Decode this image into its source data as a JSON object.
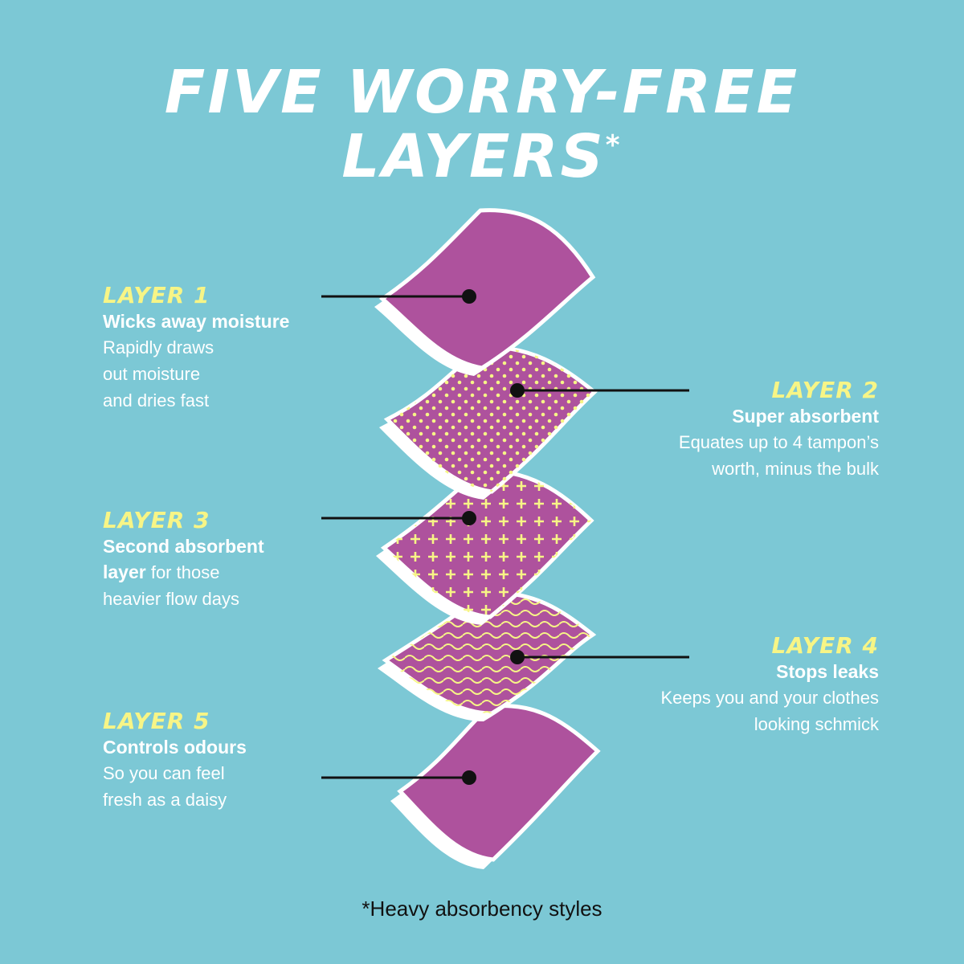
{
  "title": {
    "line1": "FIVE WORRY-FREE",
    "line2": "LAYERS",
    "asterisk": "*"
  },
  "colors": {
    "background": "#7CC8D5",
    "layer_purple": "#AE529D",
    "pattern_yellow": "#F7F586",
    "heading_yellow": "#F7F586",
    "white": "#FFFFFF",
    "text_dark": "#111111"
  },
  "layers": [
    {
      "heading": "LAYER 1",
      "title": "Wicks away moisture",
      "desc": [
        "Rapidly draws",
        "out moisture",
        "and dries fast"
      ],
      "pattern": "solid"
    },
    {
      "heading": "LAYER 2",
      "title": "Super absorbent",
      "desc": [
        "Equates up to 4 tampon’s",
        "worth, minus the bulk"
      ],
      "pattern": "dots"
    },
    {
      "heading": "LAYER 3",
      "title_bold": "Second absorbent",
      "title_bold2": "layer",
      "title_rest": " for those",
      "desc": [
        "heavier flow days"
      ],
      "pattern": "crosses"
    },
    {
      "heading": "LAYER 4",
      "title": "Stops leaks",
      "desc": [
        "Keeps you and your clothes",
        "looking schmick"
      ],
      "pattern": "waves"
    },
    {
      "heading": "LAYER 5",
      "title": "Controls odours",
      "desc": [
        "So you can feel",
        "fresh as a daisy"
      ],
      "pattern": "solid"
    }
  ],
  "footnote": "*Heavy absorbency styles"
}
